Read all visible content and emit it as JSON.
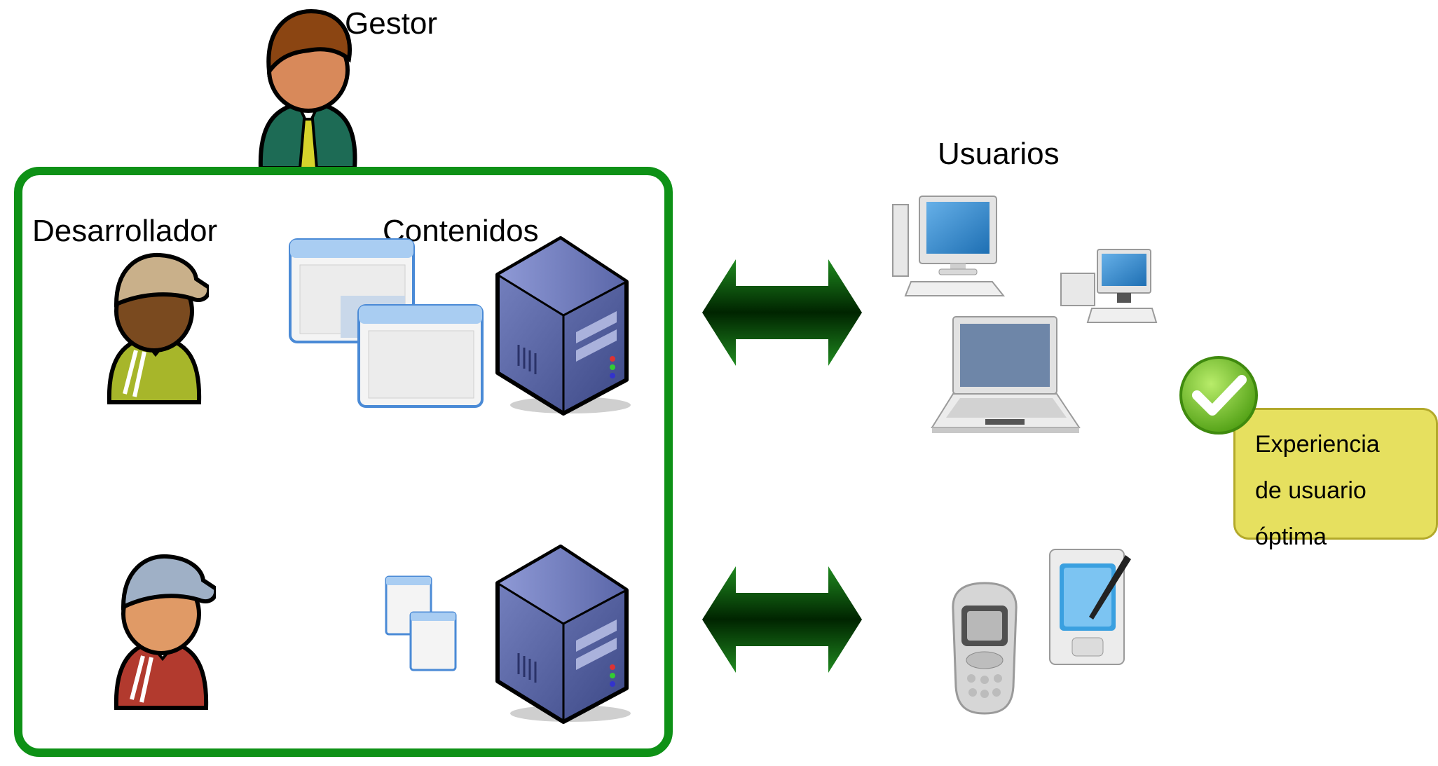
{
  "labels": {
    "manager": "Gestor",
    "developer": "Desarrollador",
    "content": "Contenidos",
    "users": "Usuarios"
  },
  "note": {
    "lines": [
      "Experiencia",
      "de usuario",
      "óptima"
    ]
  },
  "colors": {
    "box_border": "#0e9116",
    "arrow_dark": "#002e00",
    "arrow_light": "#1f8a1f",
    "note_fill": "#e6e05f",
    "check_green": "#7cc72b",
    "server_blue": "#4e5d9b"
  },
  "icons": {
    "manager": "manager-person-icon",
    "developer_top": "developer-person-icon",
    "developer_bottom": "developer-person-icon",
    "windows_large": "application-windows-icon",
    "windows_small": "application-windows-icon",
    "server_top": "server-icon",
    "server_bottom": "server-icon",
    "desktop_large": "desktop-computer-icon",
    "desktop_small": "desktop-computer-icon",
    "laptop": "laptop-icon",
    "mobile_phone": "mobile-phone-icon",
    "pda": "pda-icon",
    "check": "checkmark-icon",
    "arrow": "bidirectional-arrow-icon"
  }
}
